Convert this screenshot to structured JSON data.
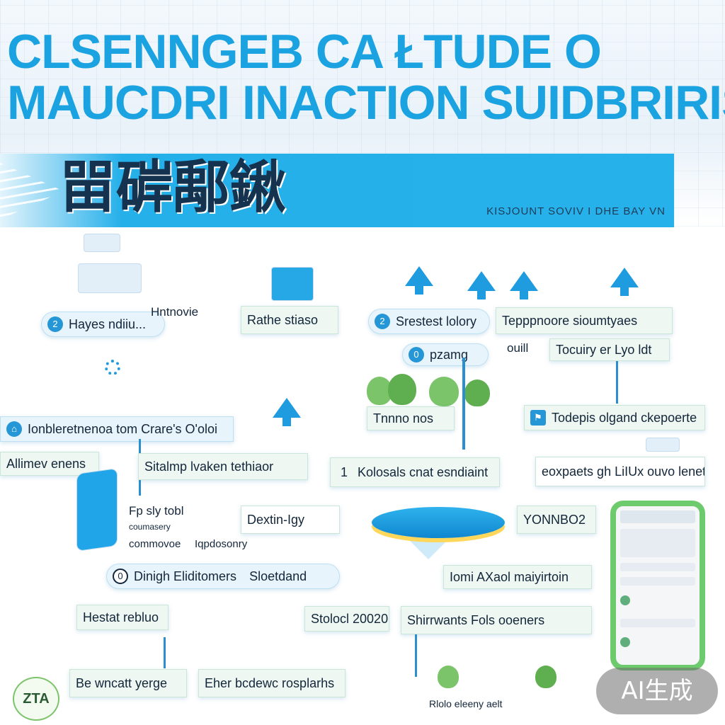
{
  "header": {
    "title_line1": "CLSENNGEB  CA  ŁTUDE  O",
    "title_line2": "MAUCDRI INACTION SUIDBRIRIS",
    "band_cjk": "㽞硸鄅鍬",
    "band_subtitle": "KISJOUNT SOVIV I DHE BAY VN"
  },
  "nodes": {
    "left_top": "Hayes ndiiu...",
    "left_top_tag": "Hntnovie",
    "mid_top": "Rathe stiaso",
    "center_top": "Srestest lolory",
    "right_top": "Tepppnoore sioumtyaes",
    "right_top_sub1": "ouill",
    "right_top_sub2": "Tocuiry er Lyo ldt",
    "pzamg": "pzamg",
    "trees_label": "Tnnno nos",
    "left_mid": "Ionbleretnenoa tom Crare's  O'oloi",
    "left_mid2": "Allimev enens",
    "center_mid": "Sitalmp lvaken tethiaor",
    "kolosals": "Kolosals cnat esndiaint",
    "right_mid": "Todepis olgand ckepoerte",
    "right_mid2": "eoxpaets gh LiIUx ouvo lenetie",
    "fp_sly": "Fp sly tobl",
    "fp_sub1": "coumasery",
    "fp_sub2": "commovoe",
    "fp_sub3": "Iqpdosonry",
    "dexin": "Dextin-Igy",
    "yonneo": "YONNBO2",
    "dinigh": "Dinigh Eliditomers",
    "sloetdand": "Sloetdand",
    "tomi": "Iomi AXaol maiyirtoin",
    "hestat": "Hestat rebluo",
    "stolocl": "Stolocl 20020",
    "shirrwants": "Shirrwants Fols ooeners",
    "wncatt": "Be wncatt yerge",
    "bcdewc": "Eher bcdewc rosplarhs",
    "bottom_small": "Rlolo eleeny aelt"
  },
  "seal_text": "ZTA",
  "watermark": "AI生成",
  "colors": {
    "accent": "#1aa3e0",
    "band": "#27b1ea",
    "node_fill": "#eef7f2",
    "green": "#7cc46a"
  }
}
